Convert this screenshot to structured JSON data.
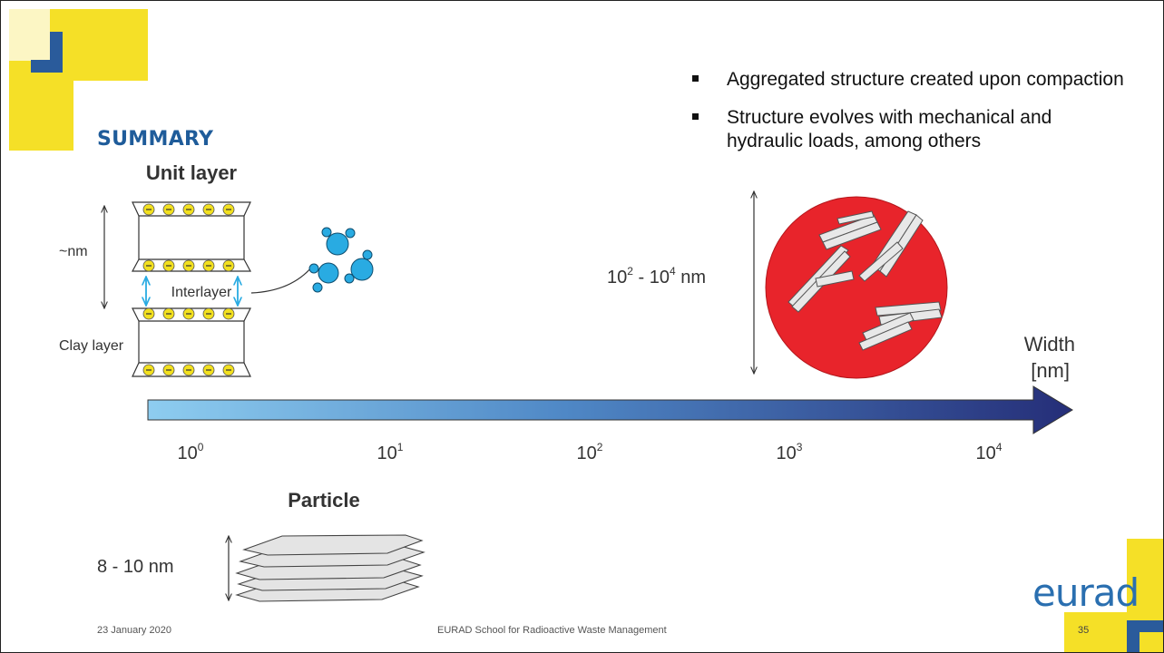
{
  "slide": {
    "title": "SUMMARY",
    "bullets": [
      "Aggregated structure created upon compaction",
      "Structure evolves with mechanical and hydraulic loads, among others"
    ]
  },
  "figure": {
    "unit_layer_title": "Unit layer",
    "nm_label": "~nm",
    "interlayer_label": "Interlayer",
    "clay_layer_label": "Clay layer",
    "charge_symbol": "⊖",
    "aggregate_size_base": "10",
    "aggregate_size_exp1": "2",
    "aggregate_size_mid": " - 10",
    "aggregate_size_exp2": "4",
    "aggregate_size_unit": " nm",
    "axis_label_line1": "Width",
    "axis_label_line2": "[nm]",
    "scale_ticks": [
      {
        "base": "10",
        "exp": "0"
      },
      {
        "base": "10",
        "exp": "1"
      },
      {
        "base": "10",
        "exp": "2"
      },
      {
        "base": "10",
        "exp": "3"
      },
      {
        "base": "10",
        "exp": "4"
      }
    ],
    "particle_title": "Particle",
    "particle_size": "8 - 10 nm"
  },
  "footer": {
    "date": "23 January 2020",
    "event": "EURAD School for Radioactive Waste Management",
    "page_number": "35",
    "brand": "eurad"
  },
  "colors": {
    "accent_yellow": "#f5e027",
    "accent_blue": "#2a5b9b",
    "title_blue": "#1f5c9a",
    "aggregate_red": "#e8242b",
    "water_blue": "#29abe2"
  }
}
